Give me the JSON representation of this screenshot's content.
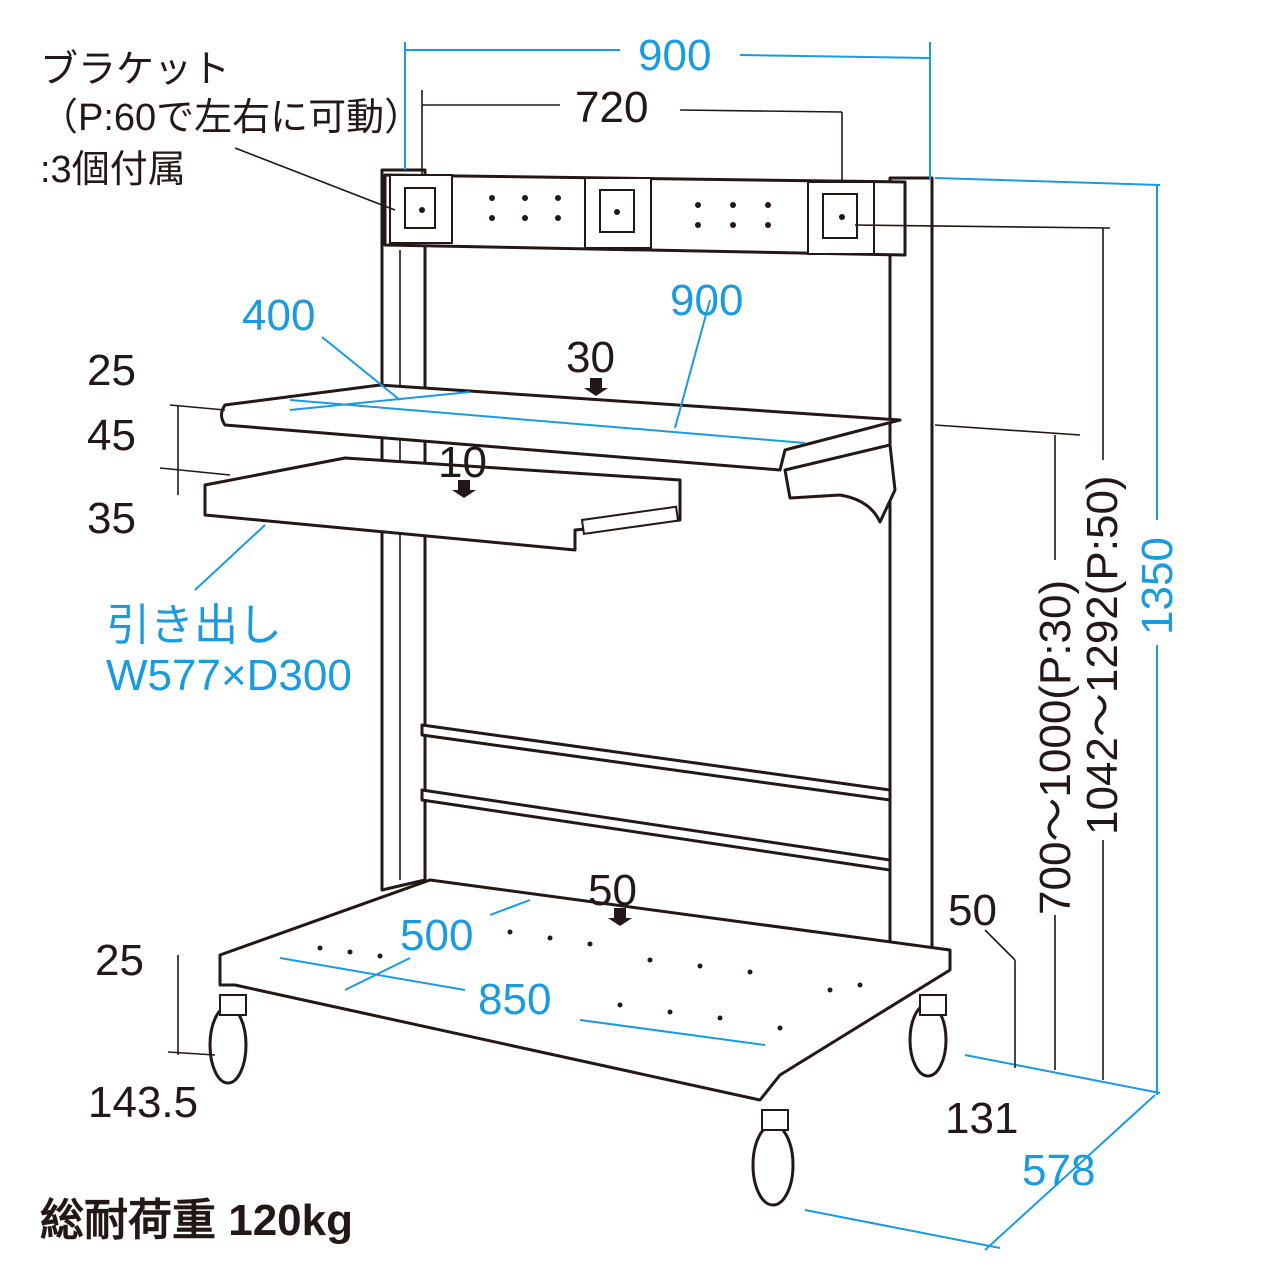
{
  "bracket_note": {
    "line1": "ブラケット",
    "line2": "（P:60で左右に可動）",
    "line3": ":3個付属"
  },
  "dimensions": {
    "overall_width": "900",
    "bracket_span": "720",
    "shelf_depth": "400",
    "shelf_width": "900",
    "shelf_drop": "30",
    "drawer_drop": "10",
    "shelf_top_thickness": "25",
    "shelf_gap": "45",
    "drawer_height": "35",
    "base_drop": "50",
    "base_depth": "500",
    "base_width": "850",
    "base_thickness": "25",
    "base_height": "143.5",
    "caster_offset": "50",
    "caster_height": "131",
    "overall_depth": "578",
    "shelf_height": "700～1000(P:30)",
    "bracket_height": "1042～1292(P:50)",
    "overall_height": "1350"
  },
  "drawer_note": {
    "line1": "引き出し",
    "line2": "W577×D300"
  },
  "load_capacity": "総耐荷重  120kg",
  "colors": {
    "dimension": "#1a9be0",
    "ink": "#231815"
  }
}
